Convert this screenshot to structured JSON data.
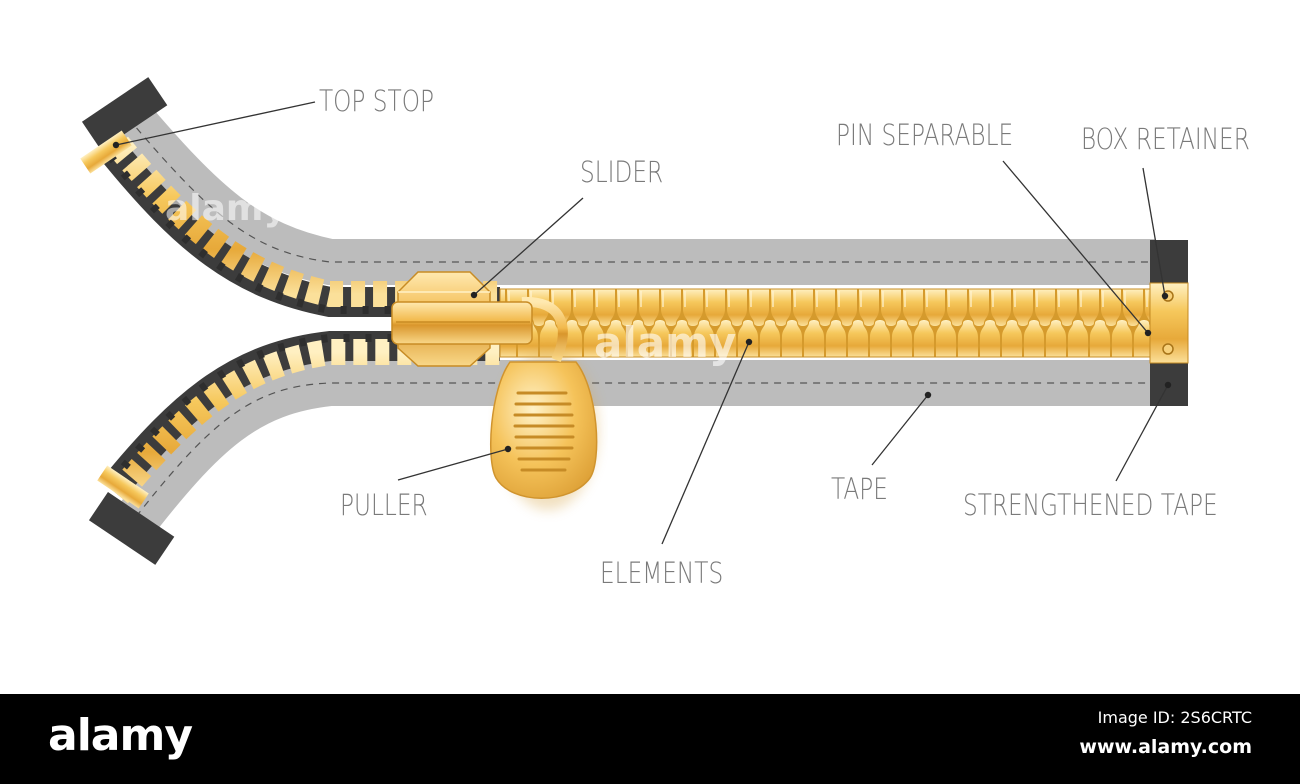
{
  "labels": {
    "top_stop": "TOP STOP",
    "slider": "SLIDER",
    "pin_separable": "PIN SEPARABLE",
    "box_retainer": "BOX RETAINER",
    "puller": "PULLER",
    "tape": "TAPE",
    "strengthened_tape": "STRENGTHENED TAPE",
    "elements": "ELEMENTS"
  },
  "watermark": "alamy",
  "footer": {
    "brand": "alamy",
    "image_id": "Image ID: 2S6CRTC",
    "site": "www.alamy.com"
  },
  "colors": {
    "tape": "#bcbcbc",
    "tape_dark": "#3c3c3c",
    "gold": "#efb94a",
    "gold_light": "#ffe6a6",
    "gold_dark": "#b7831f",
    "label": "#7a7a7a",
    "leader": "#333333",
    "footer_bg": "#000000"
  }
}
